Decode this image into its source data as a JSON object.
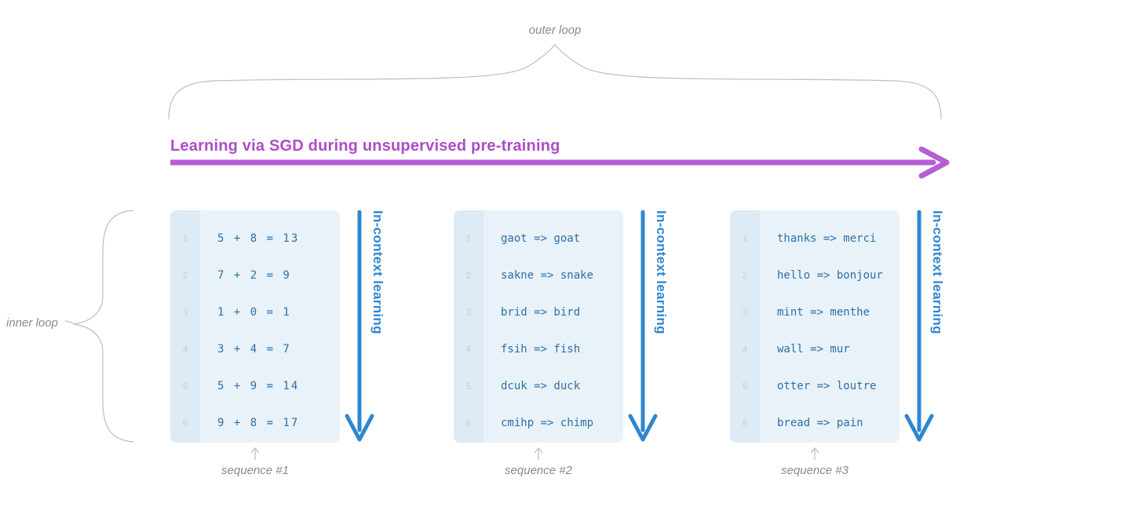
{
  "diagram": {
    "outer_loop_label": "outer loop",
    "inner_loop_label": "inner loop",
    "sgd_label": "Learning via SGD during unsupervised pre-training",
    "in_context_label": "In-context learning",
    "line_numbers": [
      "1",
      "2",
      "3",
      "4",
      "5",
      "6"
    ],
    "colors": {
      "purple_heading": "#ae4cc8",
      "purple_arrow": "#b55fd3",
      "blue_accent": "#2e86d1",
      "panel_background": "#e9f2f9",
      "gutter_background": "#dcebf5",
      "code_text": "#2d6fa6",
      "line_number_text": "#c4d0db",
      "annotation_text": "#8a8a8a",
      "brace_line": "#bdbdbd"
    }
  },
  "sequences": [
    {
      "caption": "sequence #1",
      "lines": [
        "5 + 8 = 13",
        "7 + 2 = 9",
        "1 + 0 = 1",
        "3 + 4 = 7",
        "5 + 9 = 14",
        "9 + 8 = 17"
      ]
    },
    {
      "caption": "sequence #2",
      "lines": [
        "gaot => goat",
        "sakne => snake",
        "brid => bird",
        "fsih => fish",
        "dcuk => duck",
        "cmihp => chimp"
      ]
    },
    {
      "caption": "sequence #3",
      "lines": [
        "thanks => merci",
        "hello => bonjour",
        "mint => menthe",
        "wall => mur",
        "otter => loutre",
        "bread => pain"
      ]
    }
  ]
}
